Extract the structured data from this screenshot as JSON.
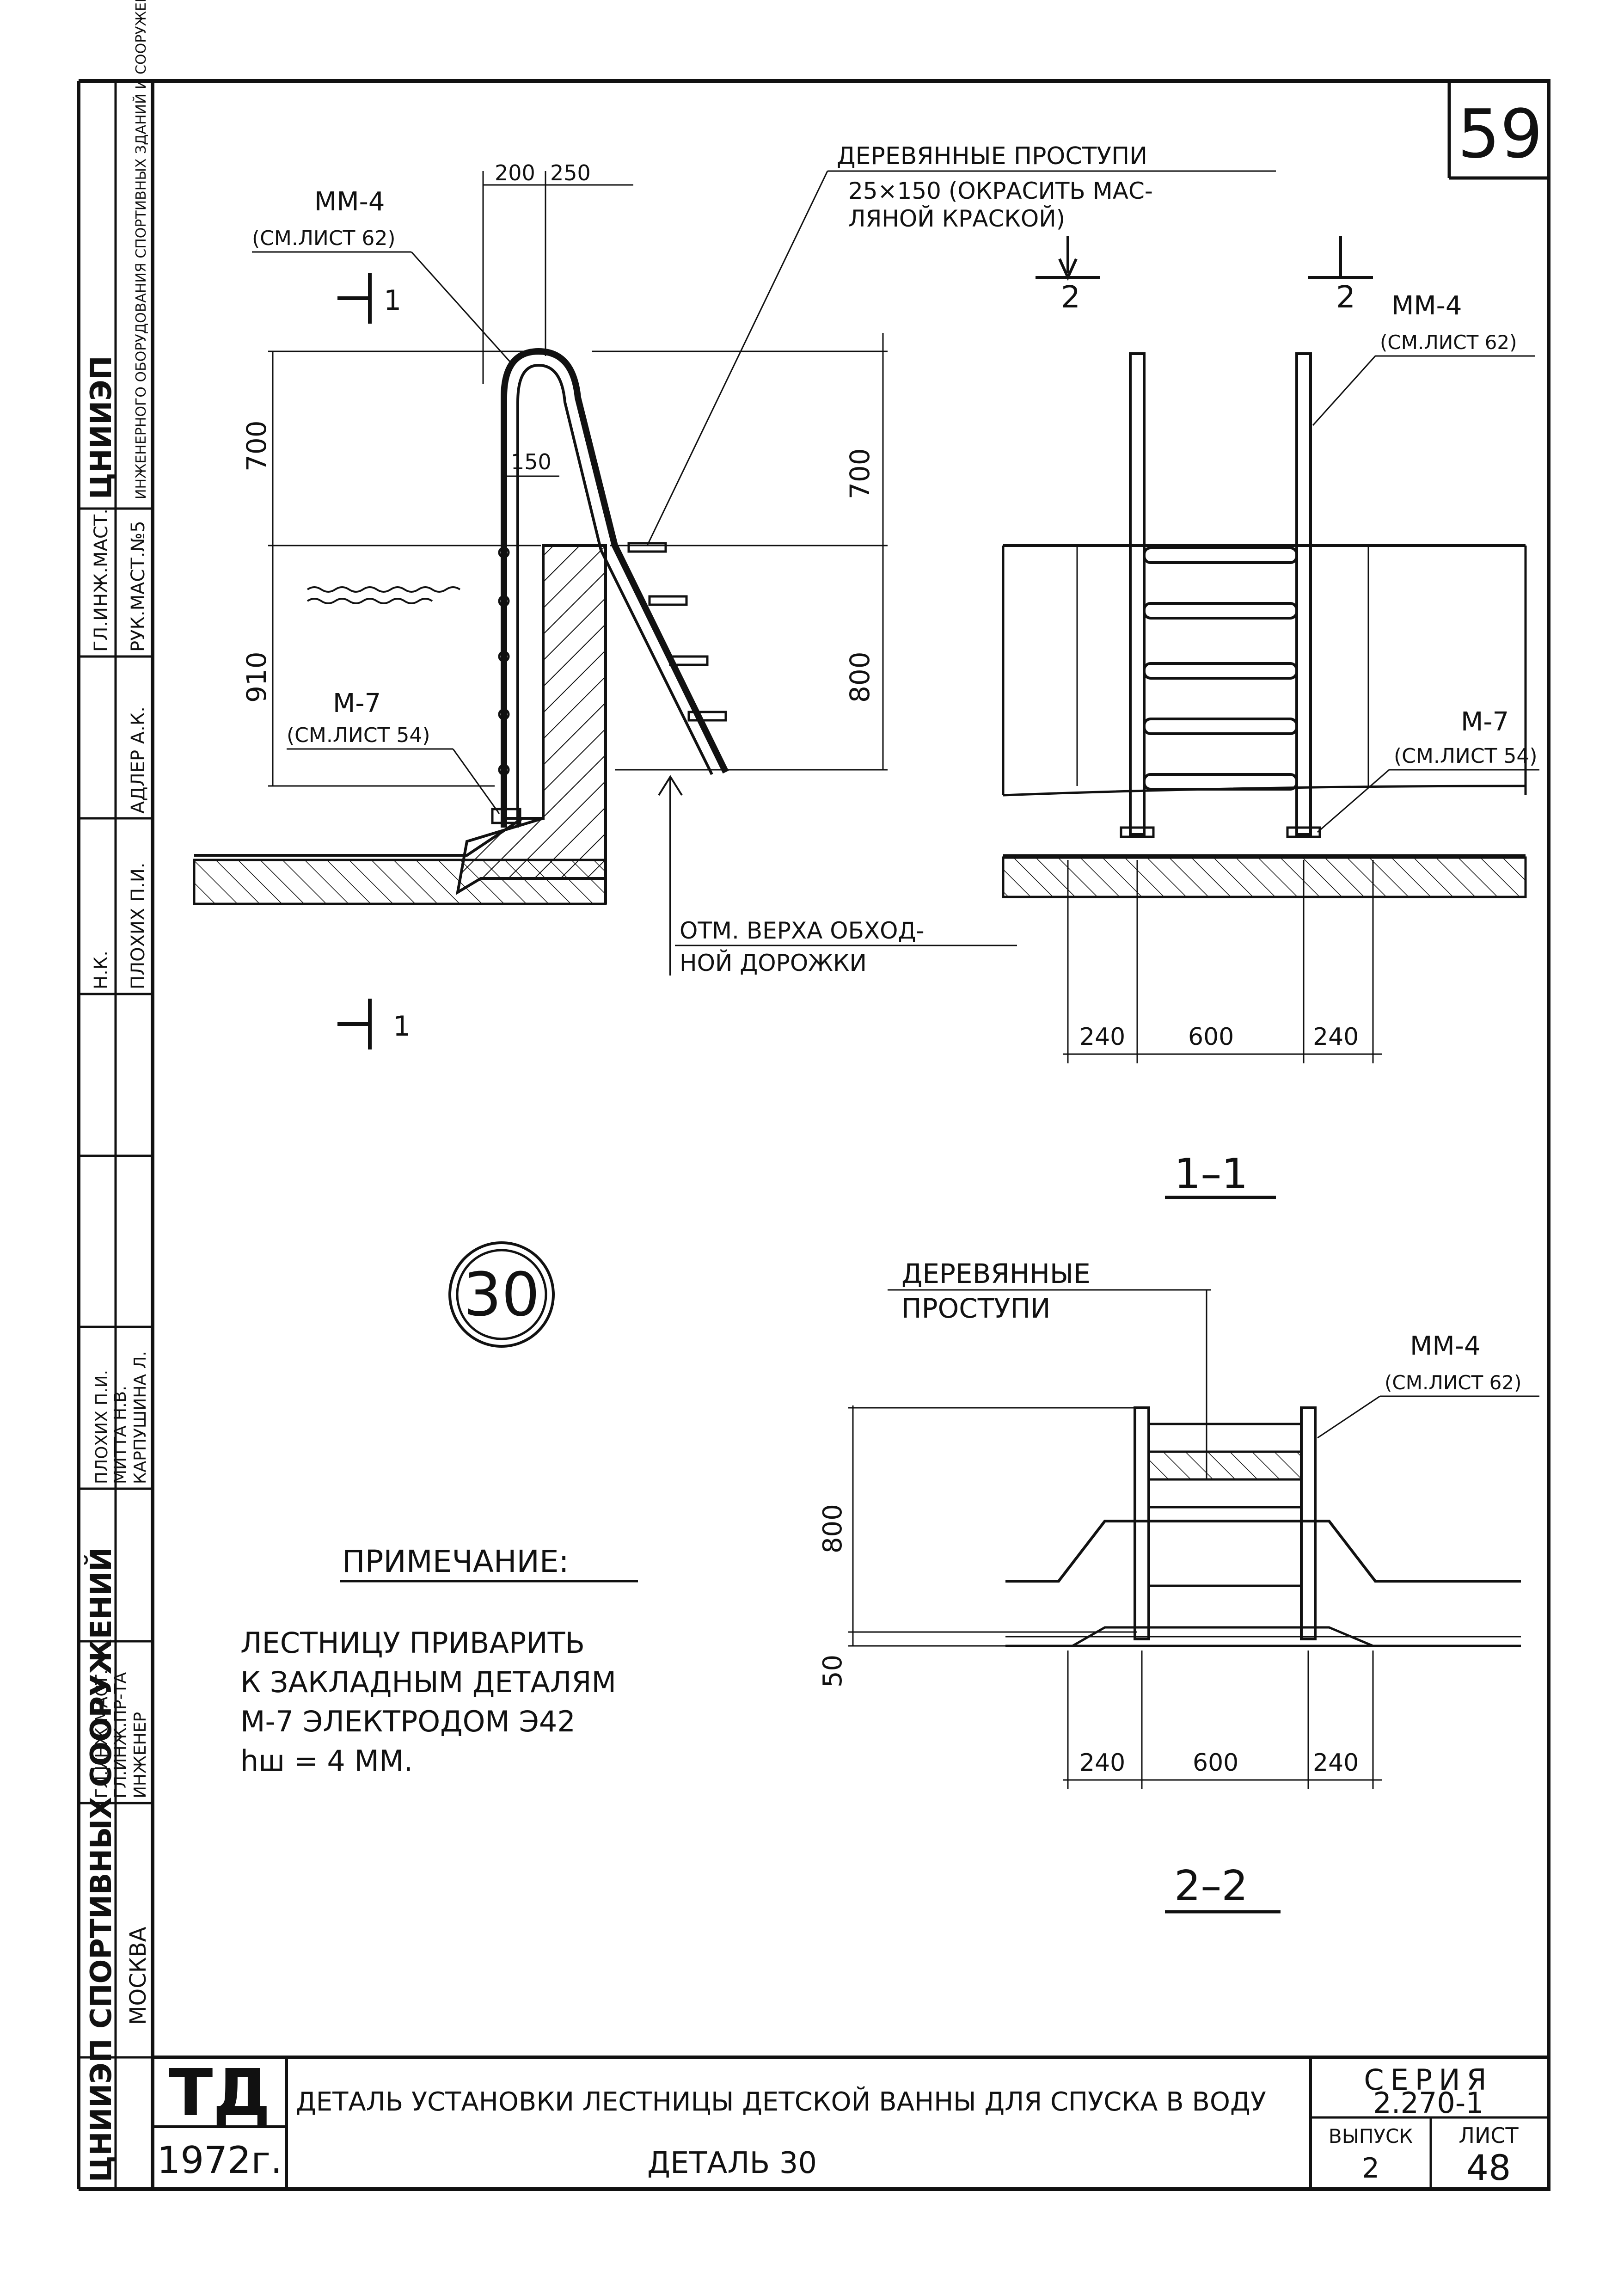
{
  "sheet": {
    "page_number": "59",
    "sheet_number_label": "ЛИСТ",
    "sheet_number": "48",
    "issue_label": "ВЫПУСК",
    "issue": "2",
    "series_label": "СЕРИЯ",
    "series": "2.270-1",
    "stamp_abbr": "ТД",
    "year": "1972г.",
    "title": "ДЕТАЛЬ УСТАНОВКИ ЛЕСТНИЦЫ ДЕТСКОЙ ВАННЫ ДЛЯ СПУСКА В ВОДУ",
    "subtitle": "ДЕТАЛЬ 30"
  },
  "side_stamp": {
    "org_top": "ЦНИИЭП",
    "org_text": "ИНЖЕНЕРНОГО ОБОРУДОВАНИЯ СПОРТИВНЫХ ЗДАНИЙ И СООРУЖЕНИЙ",
    "rows": [
      {
        "role": "ГЛ.ИНЖ.МАСТ.",
        "name": "РУК.МАСТ.№5"
      },
      {
        "role": "Н.К.",
        "name": "ПЛОХИХ П.И."
      },
      {
        "role": "АДЛЕР А.К.",
        "name": ""
      },
      {
        "role": "ГЛ.ИНЖ.МАСТ.",
        "name": "ПЛОХИХ П.И."
      },
      {
        "role": "ГЛ.ИНЖ.ПР-ТА",
        "name": "МИТТА Н.В."
      },
      {
        "role": "ИНЖЕНЕР",
        "name": "КАРПУШИНА Л."
      }
    ],
    "org_bottom": "ЦНИИЭП СПОРТИВНЫХ СООРУЖЕНИЙ",
    "city": "МОСКВА"
  },
  "section_main": {
    "dim_top": [
      "200",
      "250"
    ],
    "dim_left": [
      "700",
      "910"
    ],
    "dim_right": [
      "700",
      "800"
    ],
    "dim_inner": "150",
    "callout_mm4": "ММ-4",
    "callout_mm4_ref": "(СМ.ЛИСТ 62)",
    "callout_m7": "М-7",
    "callout_m7_ref": "(СМ.ЛИСТ 54)",
    "treads_line1": "ДЕРЕВЯННЫЕ ПРОСТУПИ",
    "treads_line2": "25×150 (ОКРАСИТЬ МАС-",
    "treads_line3": "ЛЯНОЙ КРАСКОЙ)",
    "cut_label": "1",
    "walkway_line1": "ОТМ. ВЕРХА ОБХОД-",
    "walkway_line2": "НОЙ ДОРОЖКИ"
  },
  "section_1_1": {
    "cut_label": "2",
    "dim_widths": [
      "240",
      "600",
      "240"
    ],
    "callout_mm4": "ММ-4",
    "callout_mm4_ref": "(СМ.ЛИСТ 62)",
    "callout_m7": "М-7",
    "callout_m7_ref": "(СМ.ЛИСТ 54)",
    "caption": "1–1"
  },
  "detail_marker": "30",
  "section_2_2": {
    "treads_line1": "ДЕРЕВЯННЫЕ",
    "treads_line2": "ПРОСТУПИ",
    "callout_mm4": "ММ-4",
    "callout_mm4_ref": "(СМ.ЛИСТ 62)",
    "dim_height": "800",
    "dim_base": "50",
    "dim_widths": [
      "240",
      "600",
      "240"
    ],
    "caption": "2–2"
  },
  "note": {
    "heading": "ПРИМЕЧАНИЕ:",
    "line1": "ЛЕСТНИЦУ ПРИВАРИТЬ",
    "line2": "К ЗАКЛАДНЫМ ДЕТАЛЯМ",
    "line3": "М-7 ЭЛЕКТРОДОМ Э42",
    "line4": "hш = 4 ММ."
  }
}
